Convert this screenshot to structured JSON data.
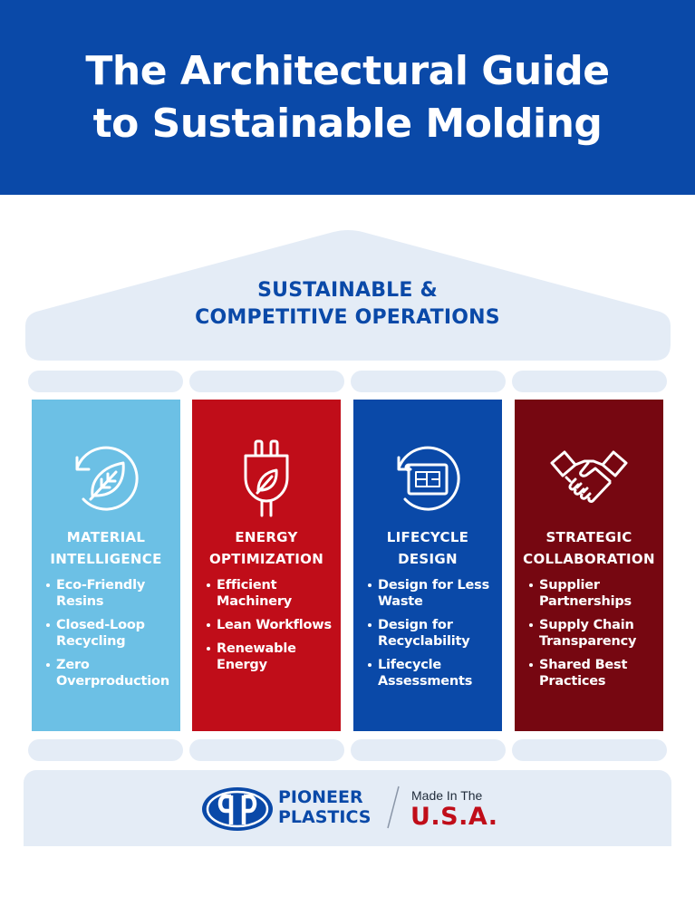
{
  "header": {
    "title_line1": "The Architectural Guide",
    "title_line2": "to Sustainable Molding"
  },
  "roof": {
    "line1": "SUSTAINABLE &",
    "line2": "COMPETITIVE OPERATIONS"
  },
  "columns": [
    {
      "icon": "leaf-cycle-icon",
      "color": "#6cc0e5",
      "title_line1": "MATERIAL",
      "title_line2": "INTELLIGENCE",
      "items": [
        "Eco-Friendly Resins",
        "Closed-Loop Recycling",
        "Zero Overproduction"
      ]
    },
    {
      "icon": "plug-leaf-icon",
      "color": "#c00d19",
      "title_line1": "ENERGY",
      "title_line2": "OPTIMIZATION",
      "items": [
        "Efficient Machinery",
        "Lean Workflows",
        "Renewable Energy"
      ]
    },
    {
      "icon": "blueprint-cycle-icon",
      "color": "#0a49a8",
      "title_line1": "LIFECYCLE",
      "title_line2": "DESIGN",
      "items": [
        "Design for Less Waste",
        "Design for Recyclability",
        "Lifecycle Assessments"
      ]
    },
    {
      "icon": "handshake-icon",
      "color": "#760711",
      "title_line1": "STRATEGIC",
      "title_line2": "COLLABORATION",
      "items": [
        "Supplier Partnerships",
        "Supply Chain Transparency",
        "Shared Best Practices"
      ]
    }
  ],
  "footer": {
    "brand_line1": "PIONEER",
    "brand_line2": "PLASTICS",
    "made_in": "Made In The",
    "country": "U.S.A."
  },
  "colors": {
    "brand_blue": "#0a49a8",
    "light_panel": "#e4ecf6",
    "usa_red": "#c00d19"
  }
}
